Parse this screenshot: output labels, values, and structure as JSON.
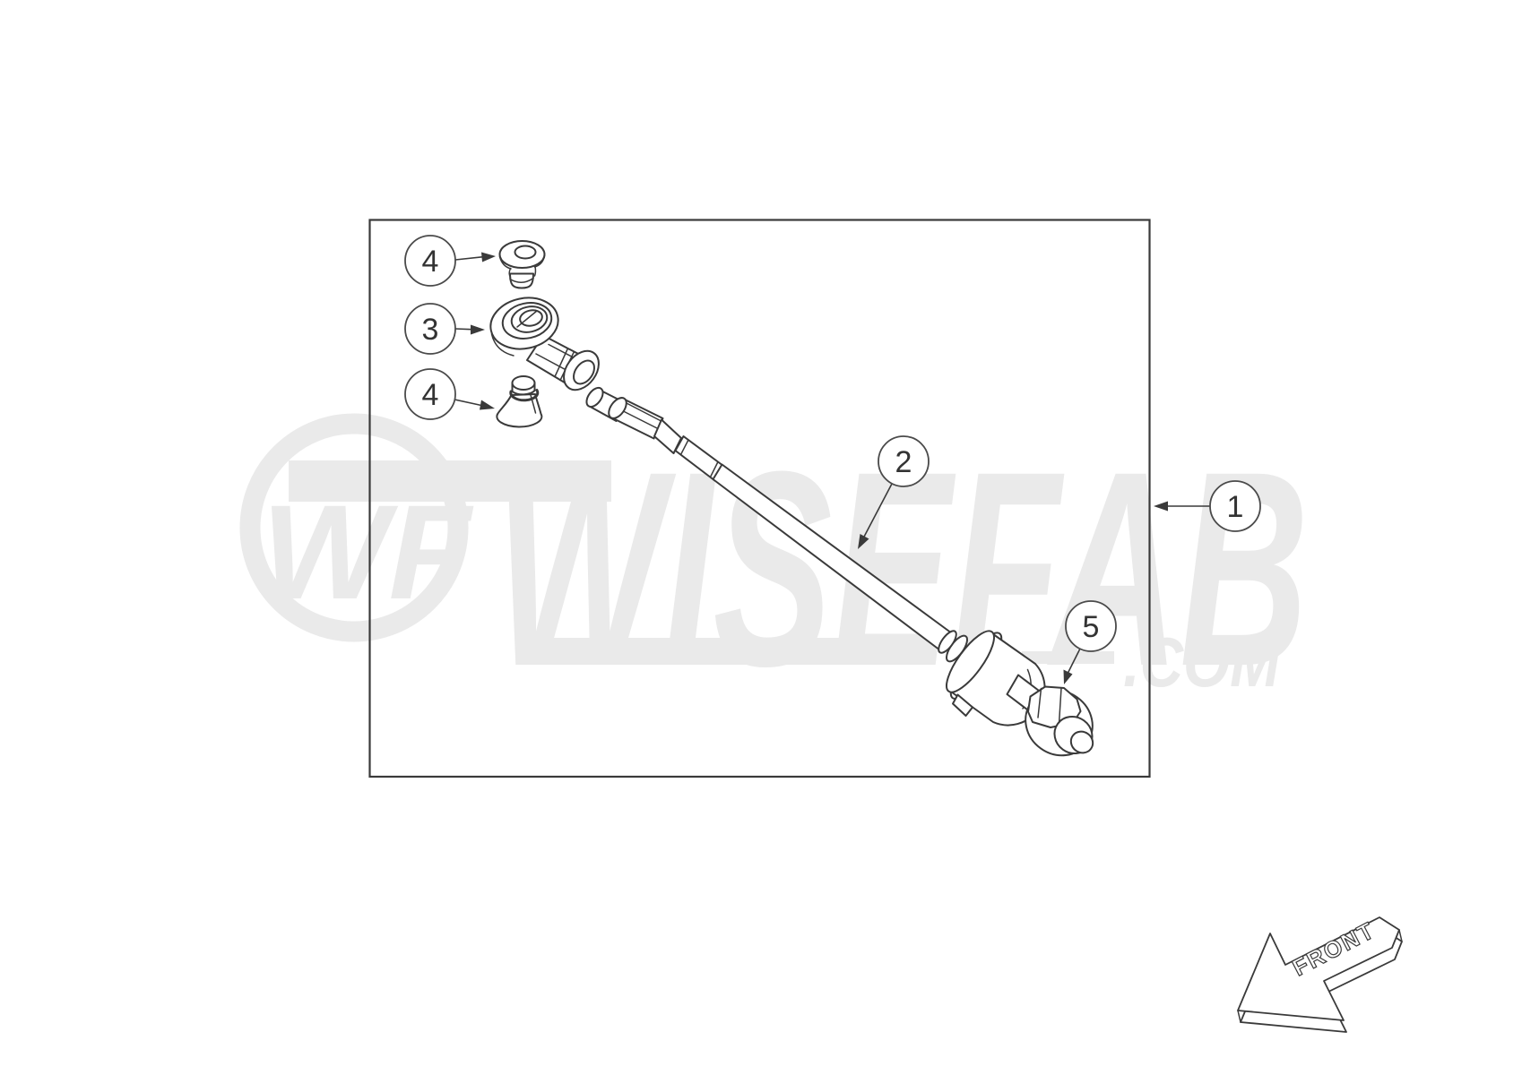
{
  "diagram": {
    "callouts": [
      {
        "label": "1"
      },
      {
        "label": "2"
      },
      {
        "label": "3"
      },
      {
        "label": "4"
      },
      {
        "label": "4"
      },
      {
        "label": "5"
      }
    ],
    "front_label": "FRONT",
    "watermark": {
      "logo": "WF",
      "wordmark": "WISEFAB",
      "suffix": ".COM"
    },
    "colors": {
      "background": "#ffffff",
      "line": "#3a3a3a",
      "watermark": "#eaeaea"
    }
  }
}
